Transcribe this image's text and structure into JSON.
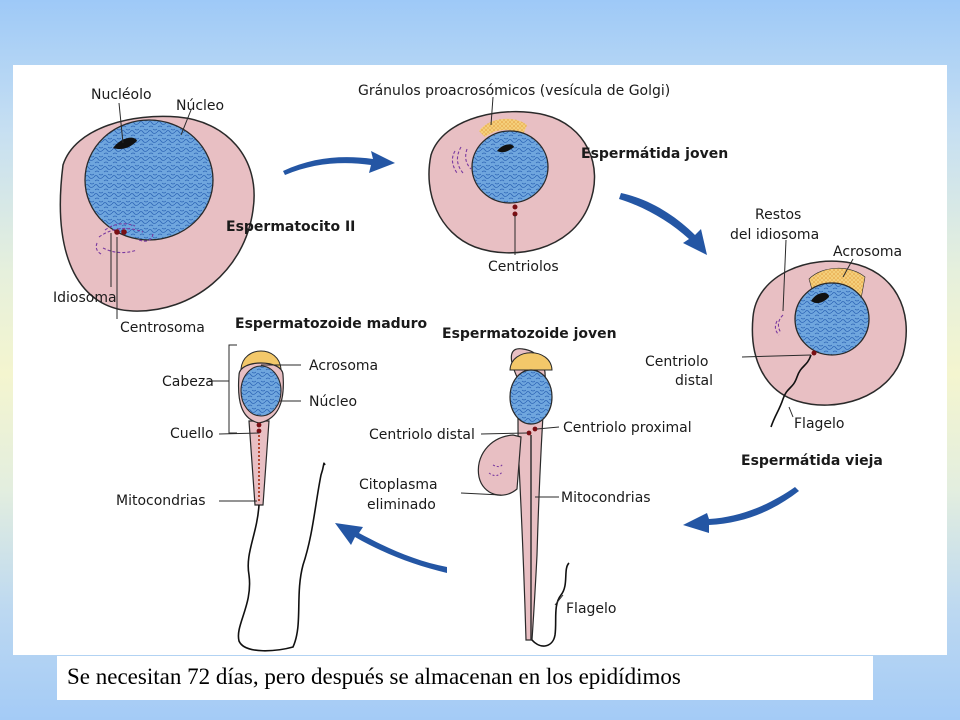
{
  "labels": {
    "nucleolo": "Nucléolo",
    "nucleo": "Núcleo",
    "espermatocito": "Espermatocito II",
    "idiosoma": "Idiosoma",
    "centrosoma": "Centrosoma",
    "granulos": "Gránulos proacrosómicos (vesícula de Golgi)",
    "espermatida_joven": "Espermátida joven",
    "centriolos": "Centriolos",
    "restos_1": "Restos",
    "restos_2": "del idiosoma",
    "acrosoma_vieja": "Acrosoma",
    "centriolo_distal_1": "Centriolo",
    "centriolo_distal_2": "distal",
    "flagelo_vieja": "Flagelo",
    "espermatida_vieja": "Espermátida vieja",
    "espermatozoide_joven": "Espermatozoide joven",
    "centriolo_distal_joven": "Centriolo distal",
    "centriolo_proximal": "Centriolo proximal",
    "citoplasma_1": "Citoplasma",
    "citoplasma_2": "eliminado",
    "mitocondrias_joven": "Mitocondrias",
    "flagelo_joven": "Flagelo",
    "espermatozoide_maduro": "Espermatozoide maduro",
    "cabeza": "Cabeza",
    "acrosoma_maduro": "Acrosoma",
    "nucleo_maduro": "Núcleo",
    "cuello": "Cuello",
    "mitocondrias_maduro": "Mitocondrias"
  },
  "caption": "Se necesitan 72 días, pero después se almacenan en los epidídimos",
  "colors": {
    "cytoplasm": "#e8bfc3",
    "nucleus": "#6ea4dc",
    "acrosome": "#f3c86a",
    "arrow": "#2456a4"
  }
}
